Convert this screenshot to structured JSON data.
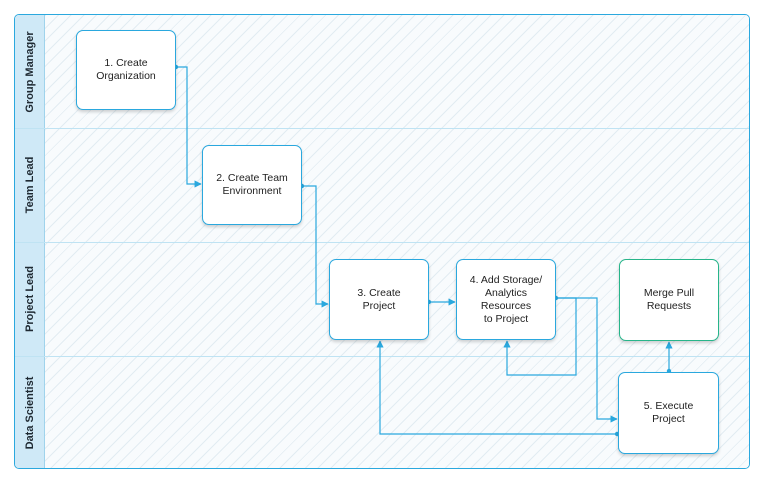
{
  "lanes": [
    {
      "label": "Group Manager"
    },
    {
      "label": "Team Lead"
    },
    {
      "label": "Project Lead"
    },
    {
      "label": "Data Scientist"
    }
  ],
  "nodes": {
    "create_org": "1. Create\nOrganization",
    "create_team_env": "2. Create Team\nEnvironment",
    "create_project": "3. Create\nProject",
    "add_resources": "4. Add Storage/\nAnalytics\nResources\nto Project",
    "merge_pull_requests": "Merge Pull\nRequests",
    "execute_project": "5. Execute\nProject"
  },
  "colors": {
    "border": "#2aa8de",
    "lane_header": "#cfe9f7",
    "merge_border": "#27b58a",
    "connector": "#2aa8de"
  }
}
